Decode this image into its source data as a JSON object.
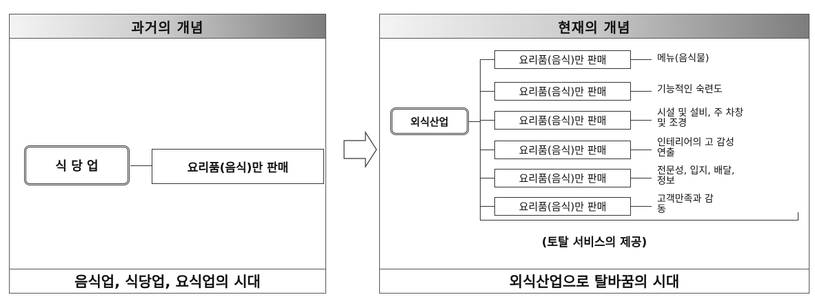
{
  "left_panel": {
    "header": "과거의 개념",
    "main_box": "식 당 업",
    "product_box": "요리품(음식)만 판매",
    "footer": "음식업, 식당업, 요식업의 시대"
  },
  "right_panel": {
    "header": "현재의 개념",
    "main_box": "외식산업",
    "rows": [
      {
        "box": "요리품(음식)만 판매",
        "desc": "메뉴(음식물)"
      },
      {
        "box": "요리품(음식)만 판매",
        "desc": "기능적인 숙련도"
      },
      {
        "box": "요리품(음식)만 판매",
        "desc": "시설 및 설비, 주 차창 및 조경"
      },
      {
        "box": "요리품(음식)만 판매",
        "desc": "인테리어의 고 감성 연출"
      },
      {
        "box": "요리품(음식)만 판매",
        "desc": "전문성, 입지, 배달, 정보"
      },
      {
        "box": "요리품(음식)만 판매",
        "desc": "고객만족과 감동"
      }
    ],
    "caption": "(토탈 서비스의 제공)",
    "footer": "외식산업으로 탈바꿈의 시대"
  }
}
